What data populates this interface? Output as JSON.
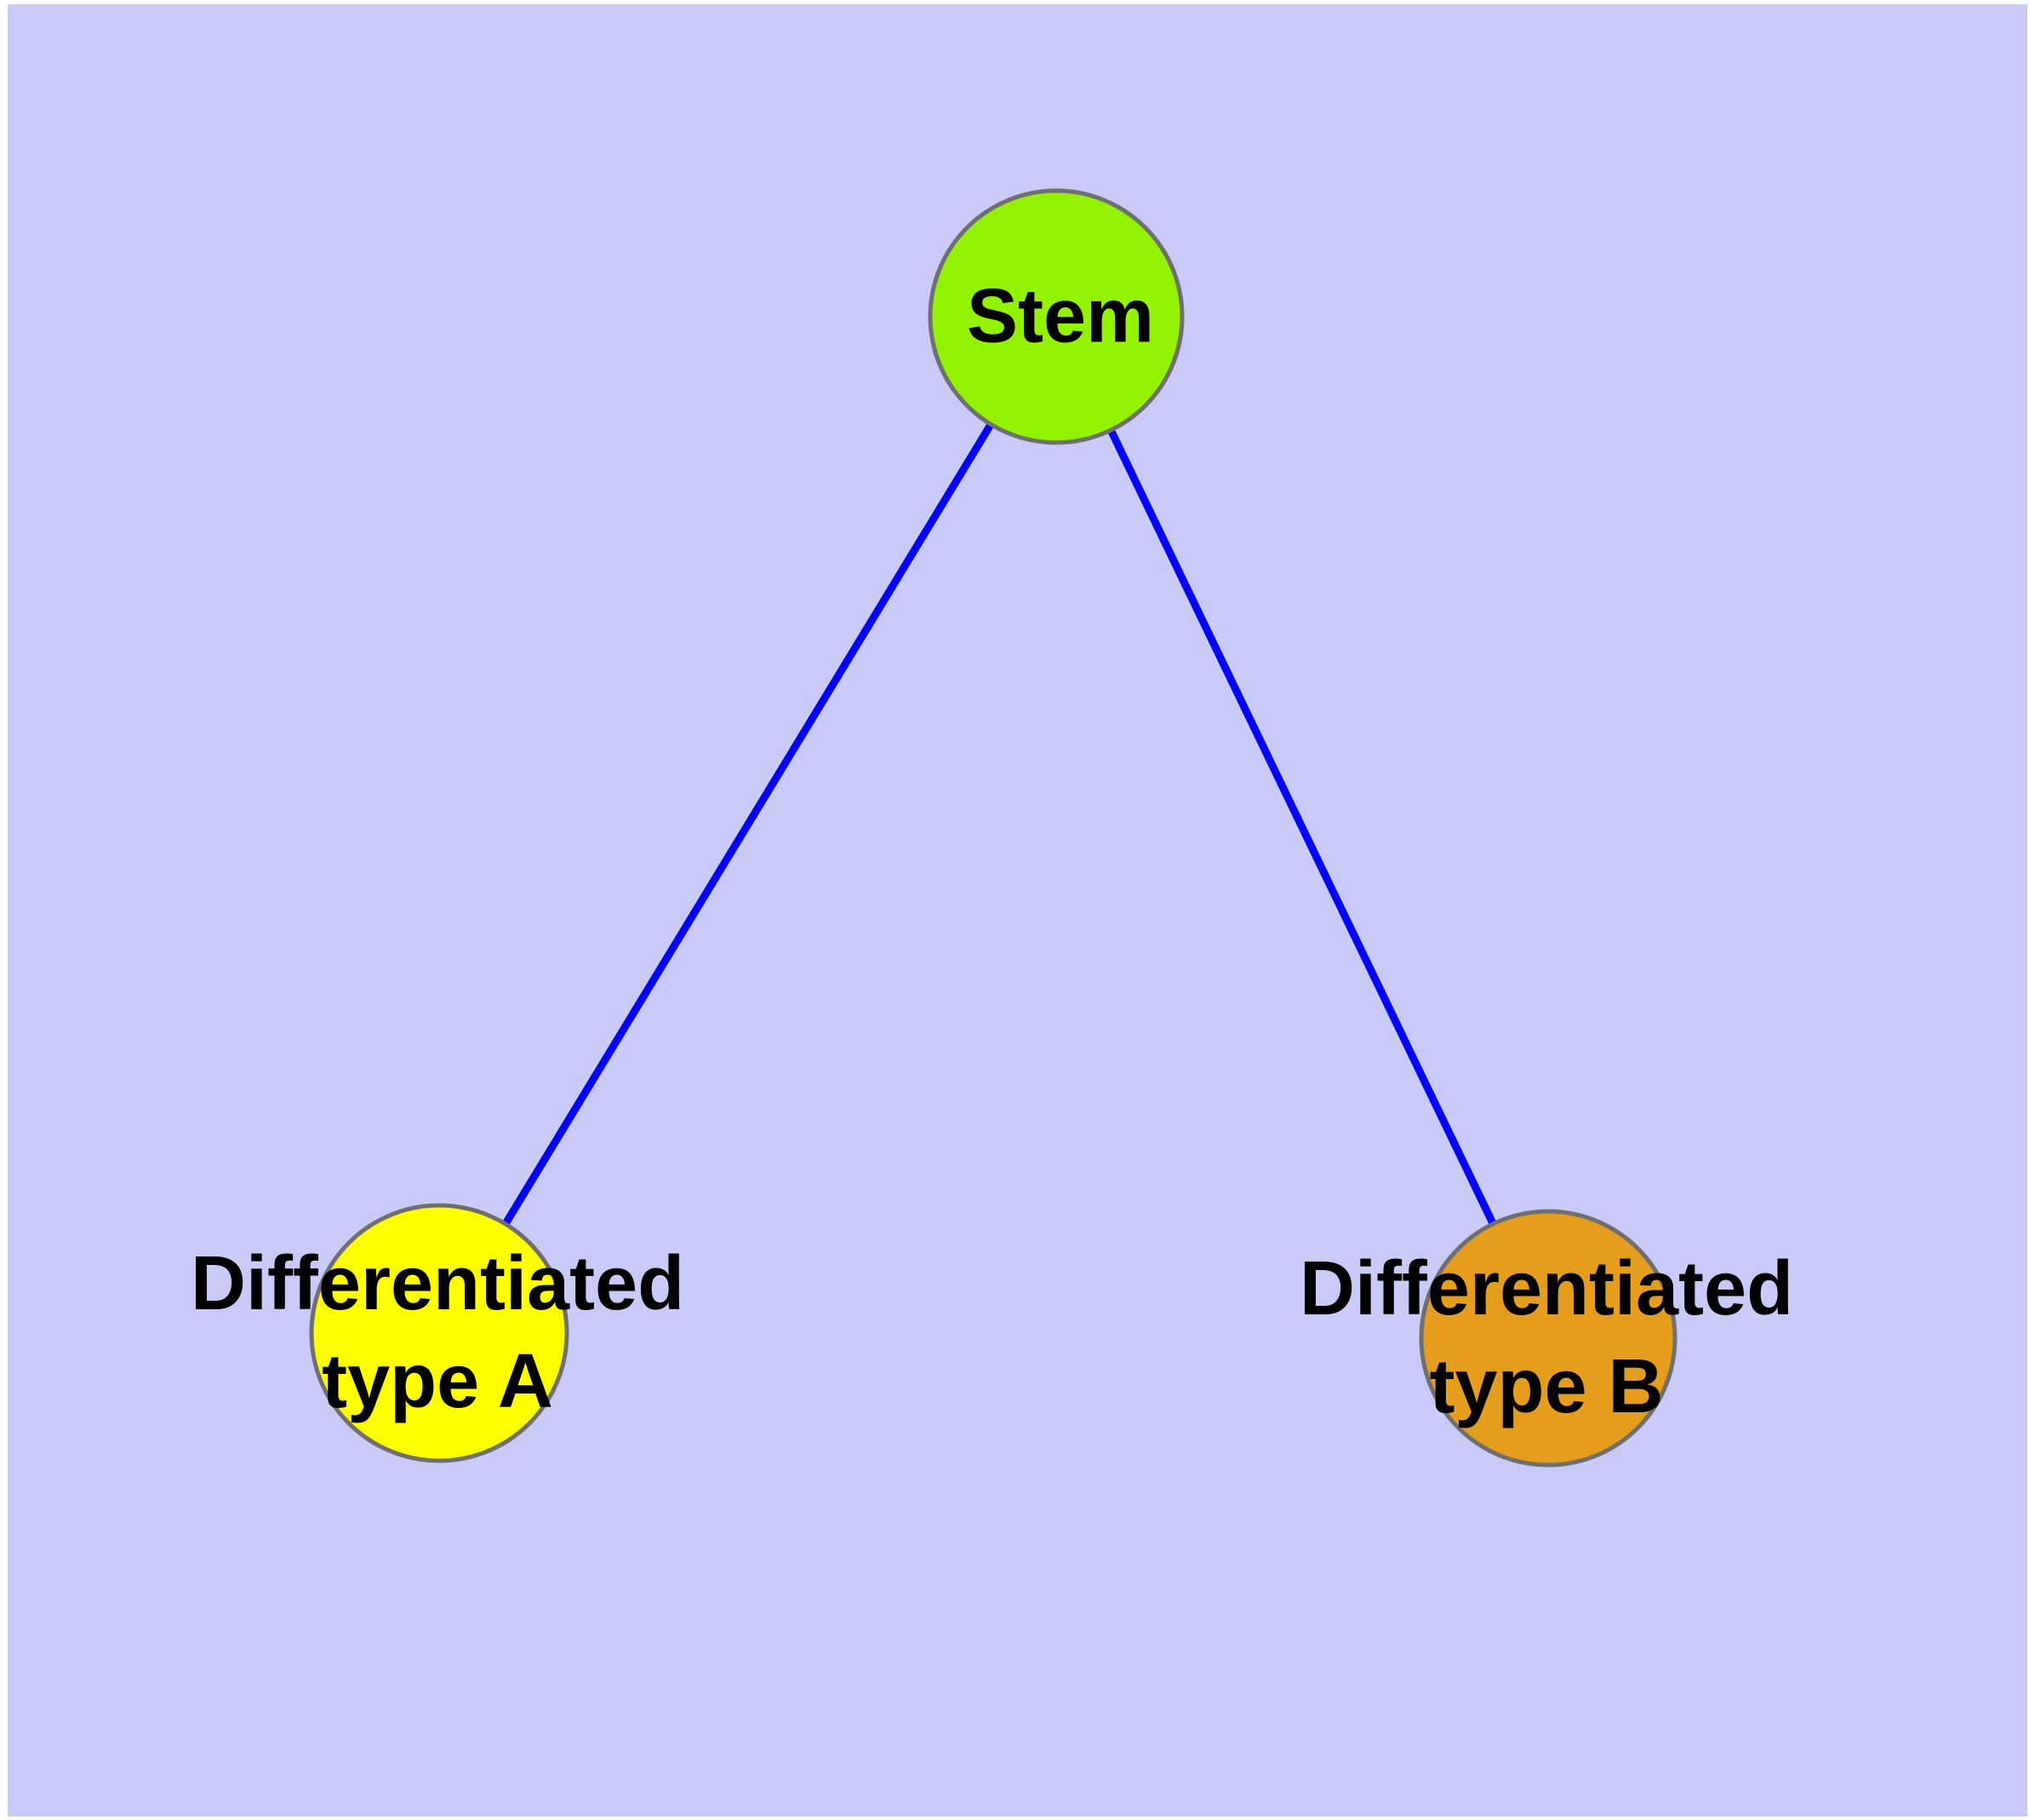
{
  "diagram": {
    "type": "node-link-graph",
    "background_color": "#CACAF9",
    "node_border_color": "#6F6F6F",
    "edge_color": "#0202FA",
    "text_color": "#000000",
    "nodes": [
      {
        "id": "stem",
        "label": "Stem",
        "color": "#92F200"
      },
      {
        "id": "type-a",
        "label": "Differentiated\ntype A",
        "color": "#FFFF00"
      },
      {
        "id": "type-b",
        "label": "Differentiated\ntype B",
        "color": "#E49D1C"
      }
    ],
    "edges": [
      {
        "from": "Stem",
        "to": "Differentiated type A"
      },
      {
        "from": "Stem",
        "to": "Differentiated type B"
      }
    ]
  }
}
